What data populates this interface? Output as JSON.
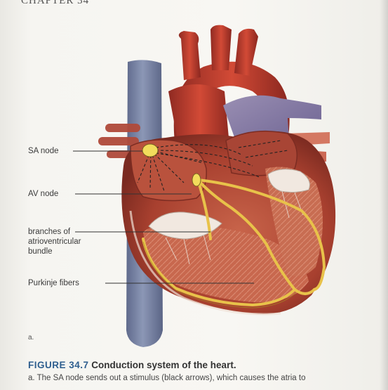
{
  "running_head": "CHAPTER 34",
  "labels": {
    "sa_node": "SA node",
    "av_node": "AV node",
    "branches": "branches of atrioventricular bundle",
    "purkinje": "Purkinje fibers"
  },
  "panel_letter": "a.",
  "caption": {
    "figure_number": "FIGURE 34.7",
    "title": "Conduction system of the heart.",
    "body": "a. The SA node sends out a stimulus (black arrows), which causes the atria to"
  },
  "colors": {
    "vena_cava": "#7d88a8",
    "aorta": "#b8392c",
    "muscle": "#c2553e",
    "conduction": "#e8c24a",
    "node": "#f2dc5c"
  }
}
